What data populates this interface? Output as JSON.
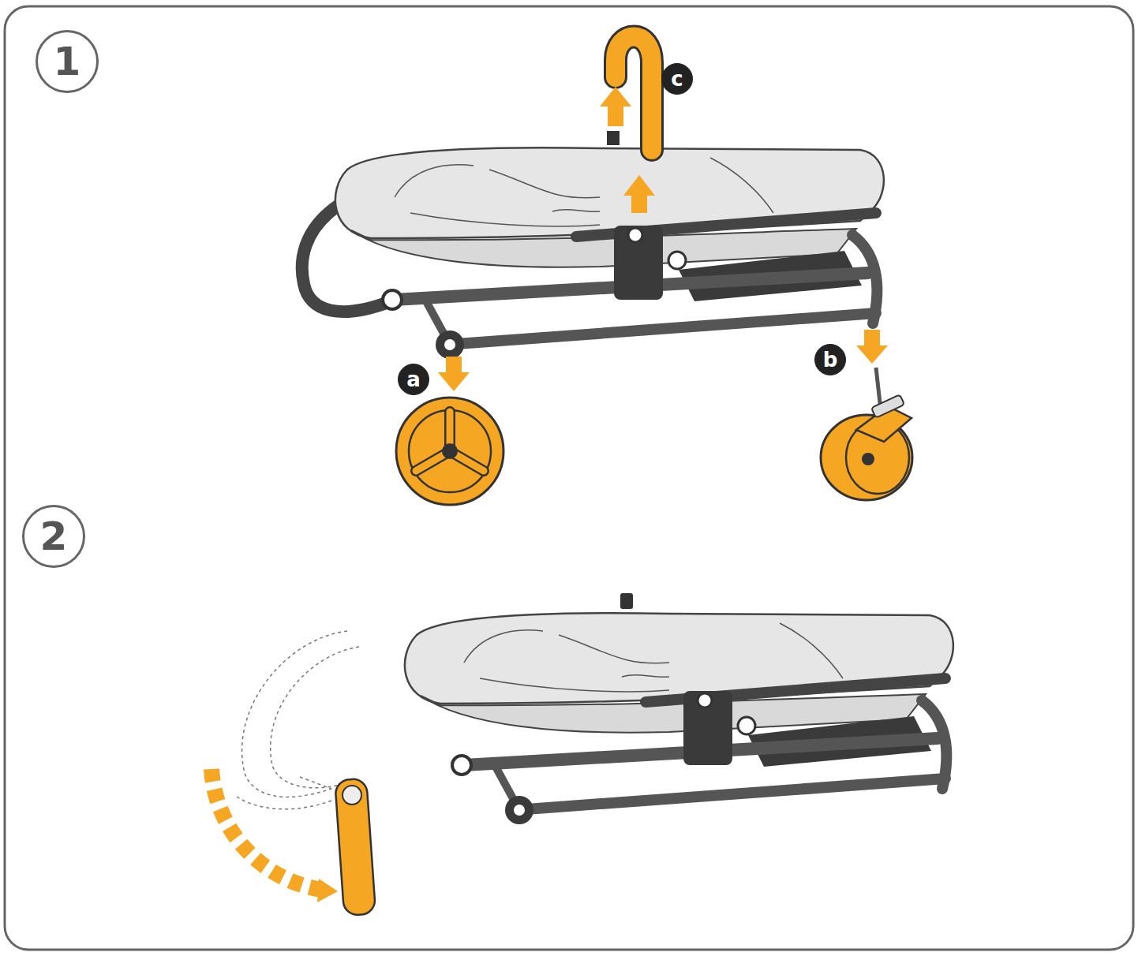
{
  "diagram": {
    "nodes": [
      {
        "text": [
          "1"
        ]
      },
      {
        "text": [
          "c"
        ]
      },
      {
        "text": [
          "a"
        ]
      },
      {
        "text": [
          "b"
        ]
      },
      {
        "text": [
          "2"
        ]
      }
    ]
  }
}
